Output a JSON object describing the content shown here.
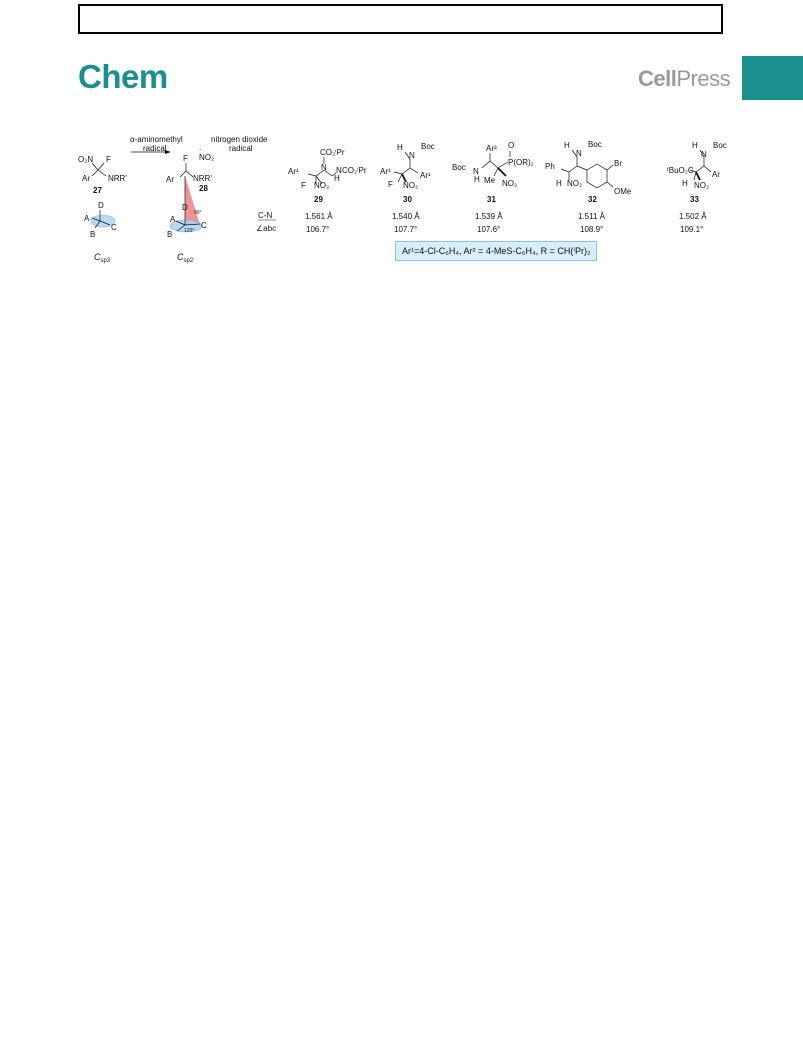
{
  "header": {
    "journal": "Chem",
    "publisher_part1": "Cell",
    "publisher_part2": "Press"
  },
  "scheme": {
    "radical_labels": [
      "α-aminomethyl",
      "radical",
      "nitrogen dioxide",
      "radical"
    ],
    "compound_labels": [
      "27",
      "28",
      "29",
      "30",
      "31",
      "32",
      "33"
    ],
    "geometry_labels": [
      "Csp3",
      "Csp2"
    ],
    "angle_labels": [
      "90°",
      "120°"
    ],
    "row_headers": [
      "C-N",
      "∠abc"
    ],
    "bond_lengths": [
      "1.561 Å",
      "1.540 Å",
      "1.539 Å",
      "1.511 Å",
      "1.502 Å"
    ],
    "bond_angles": [
      "106.7°",
      "107.7°",
      "107.6°",
      "108.9°",
      "109.1°"
    ],
    "note": "Ar¹=4-Cl-C₆H₄, Ar² = 4-MeS-C₆H₄, R = CH(ⁱPr)₂"
  },
  "colors": {
    "brand": "#1a8f8f",
    "publisher_grey": "#9a9a9a",
    "note_bg": "#d8eefa",
    "plane_red": "#f08080",
    "plane_blue": "#a9d4f0"
  }
}
